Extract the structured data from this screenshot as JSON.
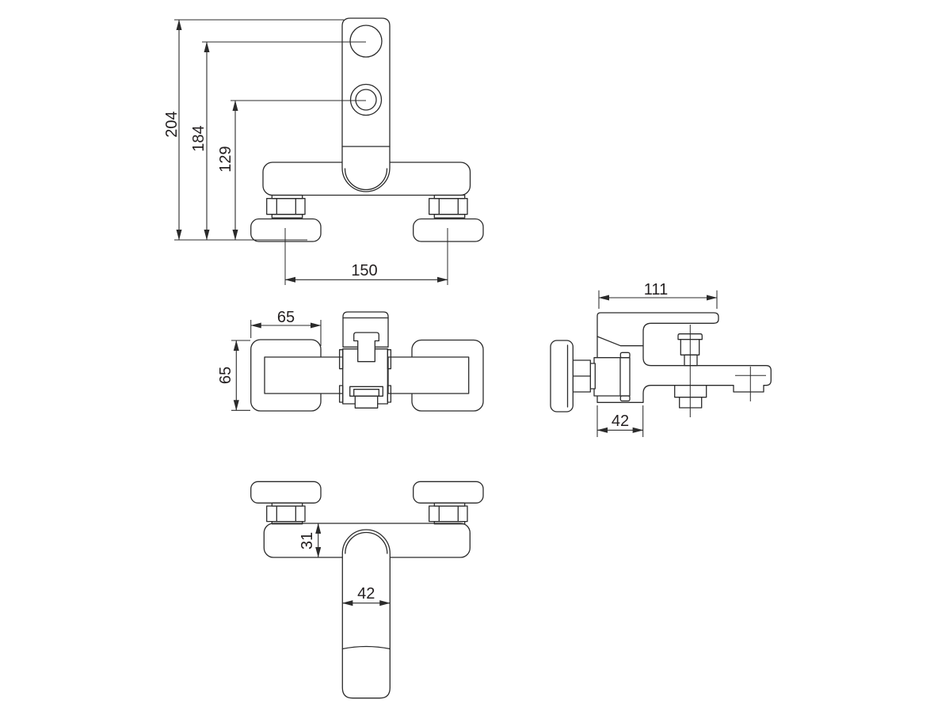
{
  "drawing": {
    "background": "#ffffff",
    "line_color": "#2b2b2b",
    "text_color": "#231f20",
    "views": {
      "front": {
        "dims": {
          "overall_height": "204",
          "upper_outlet_height": "184",
          "lower_outlet_height": "129",
          "mounting_centers": "150"
        }
      },
      "top": {
        "dims": {
          "width": "65",
          "depth": "65"
        }
      },
      "side": {
        "dims": {
          "projection": "111",
          "body_depth": "42"
        }
      },
      "bottom": {
        "dims": {
          "body_thickness": "31",
          "handle_width": "42"
        }
      }
    }
  }
}
